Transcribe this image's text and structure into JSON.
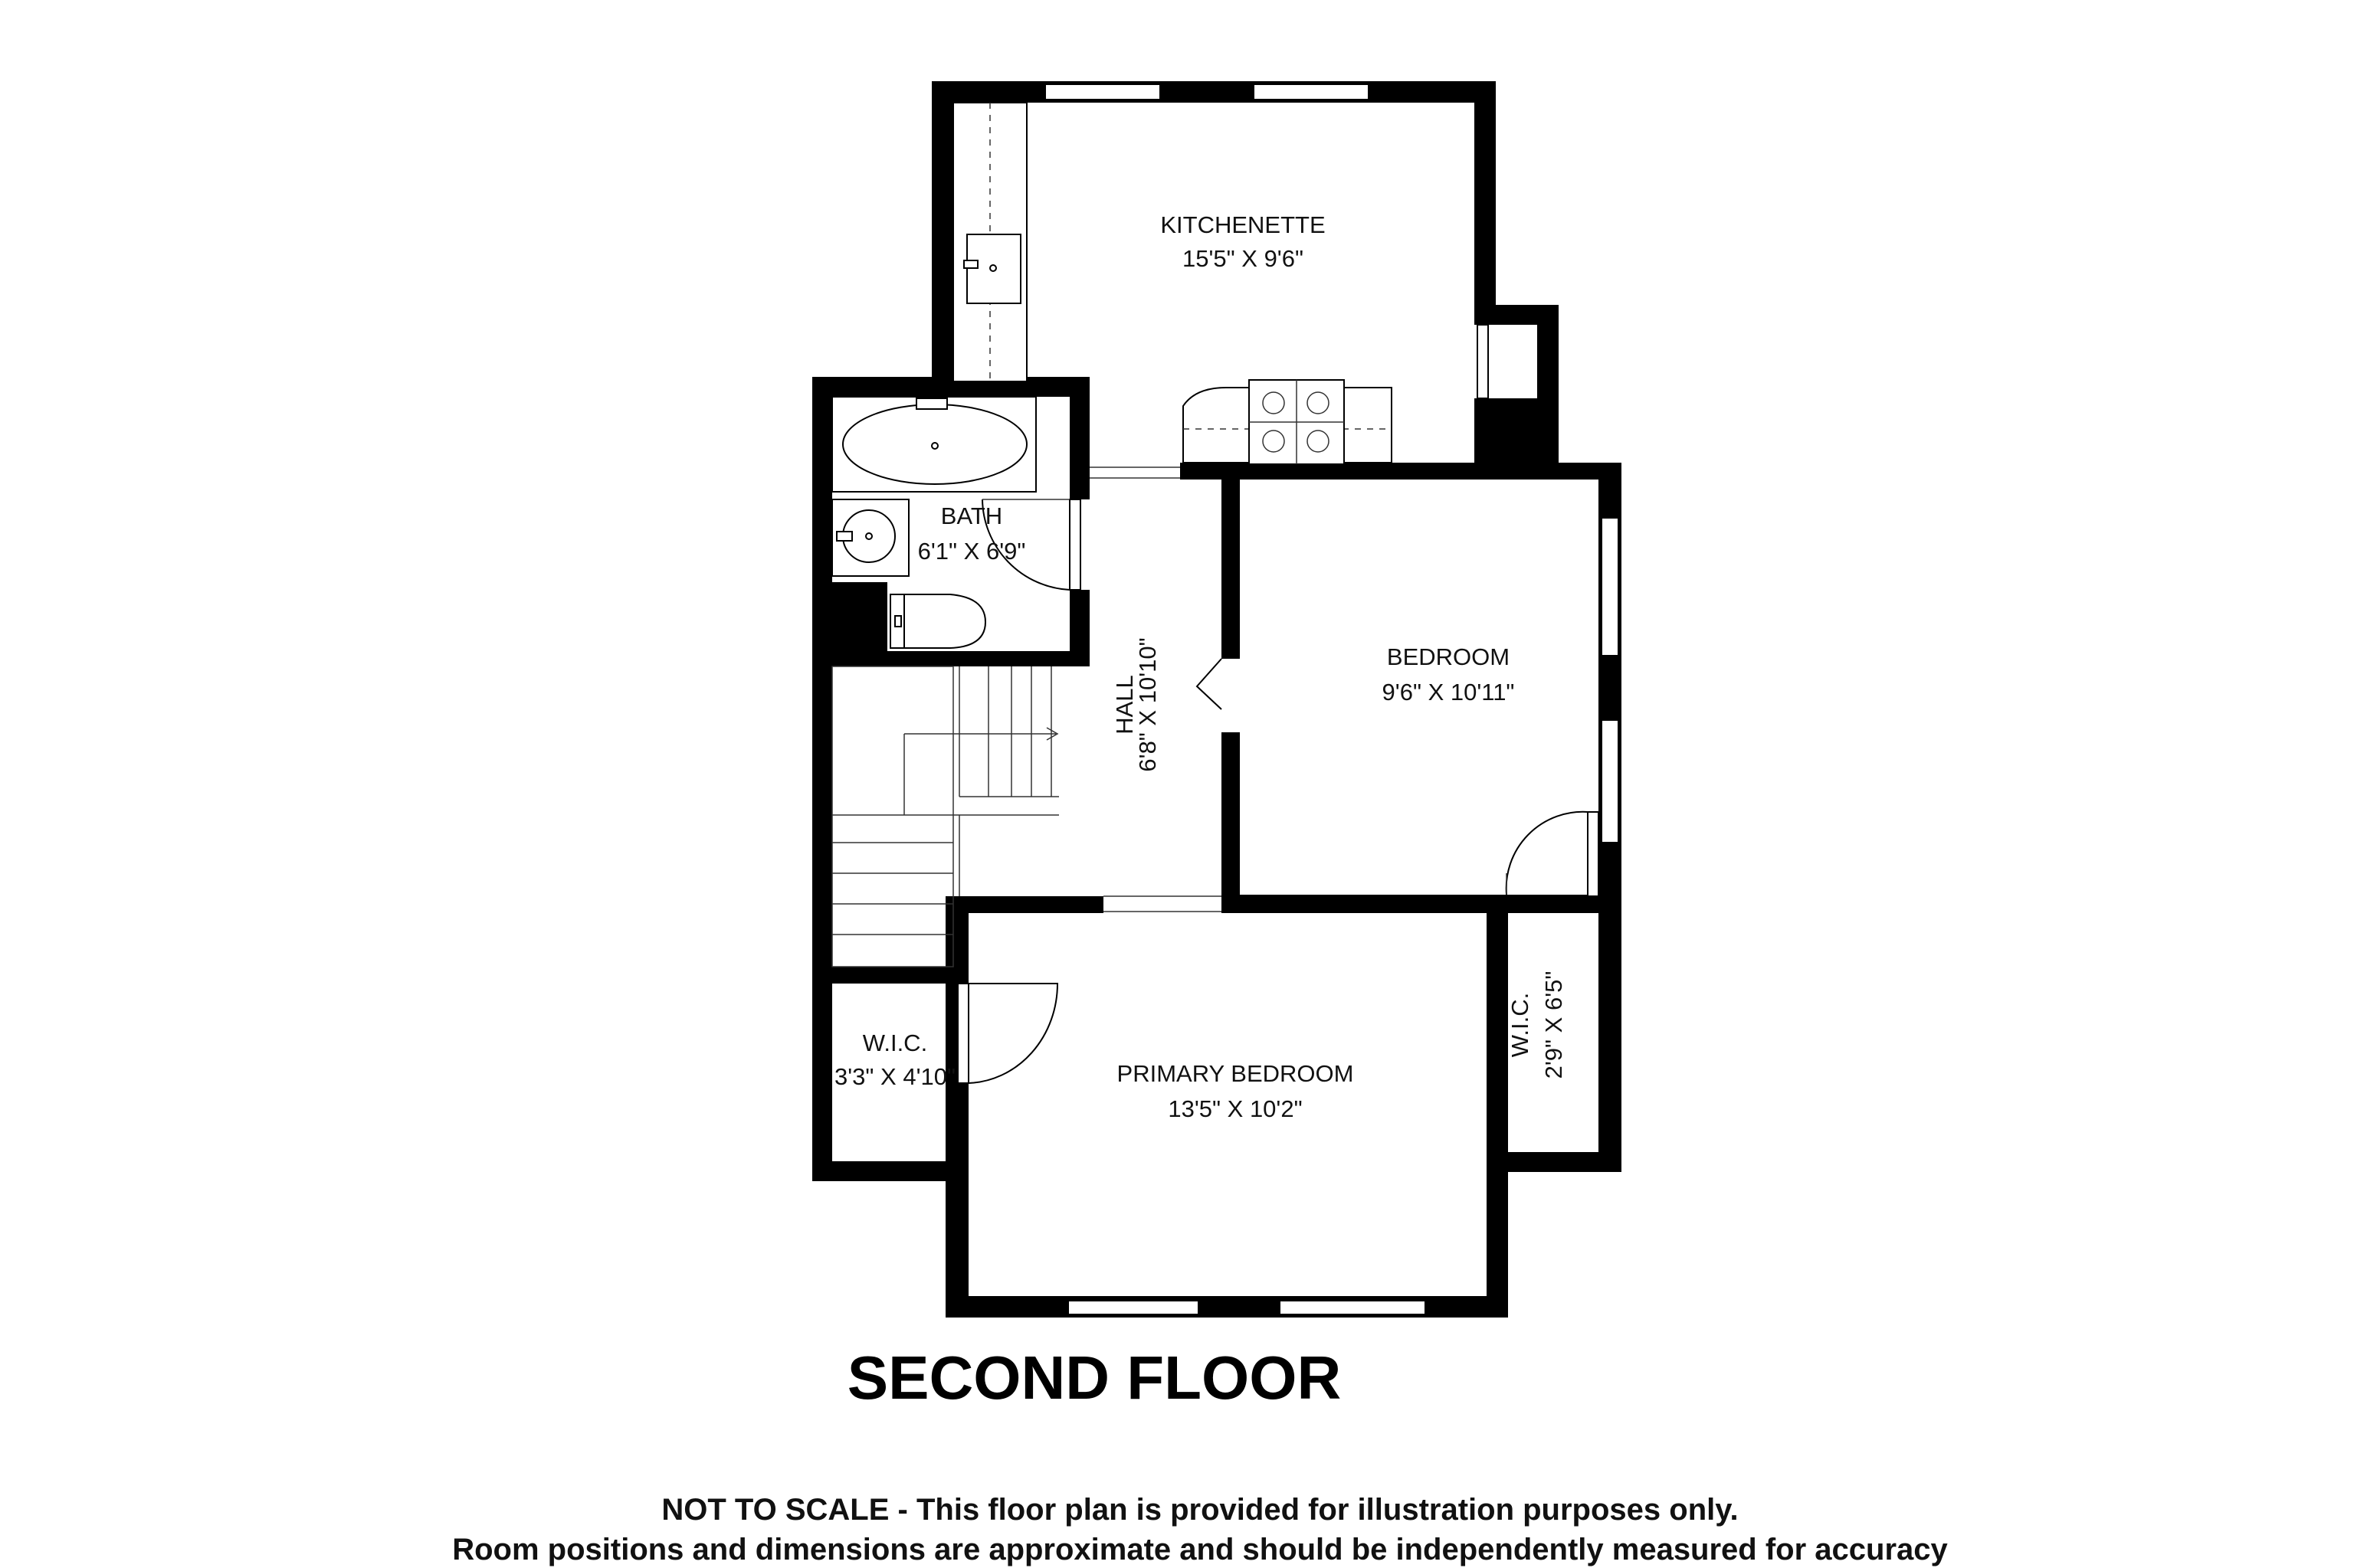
{
  "floor_title": "SECOND FLOOR",
  "disclaimer": {
    "line1": "NOT TO SCALE - This floor plan is provided for illustration purposes only.",
    "line2": "Room positions and dimensions are approximate and should be independently measured for accuracy"
  },
  "rooms": {
    "kitchenette": {
      "name": "KITCHENETTE",
      "size": "15'5\" X 9'6\""
    },
    "bath": {
      "name": "BATH",
      "size": "6'1\" X 6'9\""
    },
    "hall": {
      "name": "HALL",
      "size": "6'8\" X 10'10\""
    },
    "bedroom": {
      "name": "BEDROOM",
      "size": "9'6\" X 10'11\""
    },
    "primary_bedroom": {
      "name": "PRIMARY BEDROOM",
      "size": "13'5\" X 10'2\""
    },
    "wic_left": {
      "name": "W.I.C.",
      "size": "3'3\" X 4'10\""
    },
    "wic_right": {
      "name": "W.I.C.",
      "size": "2'9\" X 6'5\""
    }
  }
}
